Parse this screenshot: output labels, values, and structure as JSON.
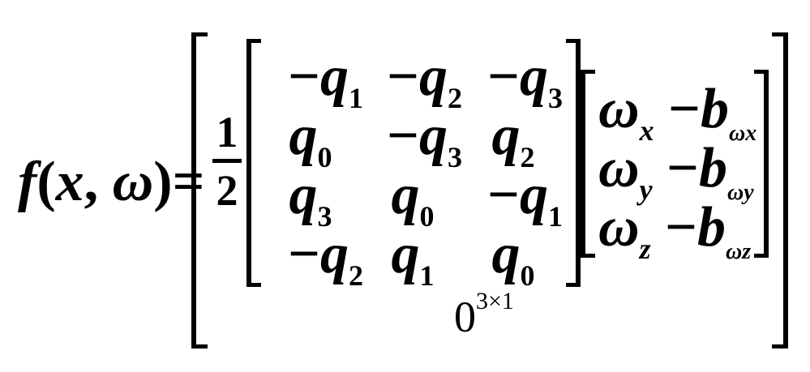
{
  "equation": {
    "lhs": {
      "func": "f",
      "open": "(",
      "arg1": "x",
      "comma": ",",
      "arg2": "ω",
      "close": ")",
      "equals": "="
    },
    "half": {
      "num": "1",
      "den": "2"
    },
    "matrix": [
      [
        {
          "sign": "−",
          "v": "q",
          "i": "1"
        },
        {
          "sign": "−",
          "v": "q",
          "i": "2"
        },
        {
          "sign": "−",
          "v": "q",
          "i": "3"
        }
      ],
      [
        {
          "sign": "",
          "v": "q",
          "i": "0"
        },
        {
          "sign": "−",
          "v": "q",
          "i": "3"
        },
        {
          "sign": "",
          "v": "q",
          "i": "2"
        }
      ],
      [
        {
          "sign": "",
          "v": "q",
          "i": "3"
        },
        {
          "sign": "",
          "v": "q",
          "i": "0"
        },
        {
          "sign": "−",
          "v": "q",
          "i": "1"
        }
      ],
      [
        {
          "sign": "−",
          "v": "q",
          "i": "2"
        },
        {
          "sign": "",
          "v": "q",
          "i": "1"
        },
        {
          "sign": "",
          "v": "q",
          "i": "0"
        }
      ]
    ],
    "vector": [
      {
        "w": "ω",
        "ws": "x",
        "minus": "−",
        "b": "b",
        "bs": "ωx"
      },
      {
        "w": "ω",
        "ws": "y",
        "minus": "−",
        "b": "b",
        "bs": "ωy"
      },
      {
        "w": "ω",
        "ws": "z",
        "minus": "−",
        "b": "b",
        "bs": "ωz"
      }
    ],
    "zero": {
      "base": "0",
      "sup": "3×1"
    }
  }
}
